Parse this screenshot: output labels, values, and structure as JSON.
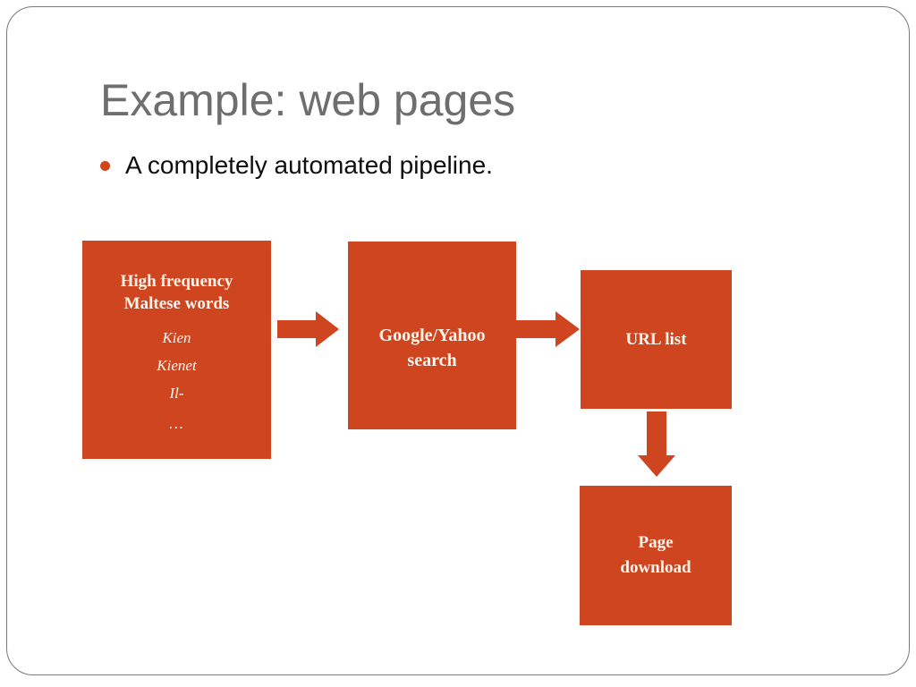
{
  "slide": {
    "title": "Example: web pages",
    "bullets": [
      {
        "icon": "bullet-dot",
        "text": "A completely automated pipeline."
      }
    ]
  },
  "colors": {
    "accent": "#cf4520",
    "bullet": "#d1451b",
    "title_text": "#6e6e6e",
    "body_text": "#0e0e0e",
    "node_text": "#fdf4ec",
    "frame_border": "#77787b",
    "background": "#ffffff"
  },
  "diagram": {
    "type": "flowchart",
    "nodes": [
      {
        "id": "keywords",
        "heading_line_1": "High frequency",
        "heading_line_2": "Maltese  words",
        "items": [
          "Kien",
          "Kienet",
          "Il-"
        ],
        "ellipsis": "…"
      },
      {
        "id": "search",
        "line_1": "Google/Yahoo",
        "line_2": "search"
      },
      {
        "id": "urllist",
        "line_1": "URL list"
      },
      {
        "id": "download",
        "line_1": "Page",
        "line_2": "download"
      }
    ],
    "arrows": [
      {
        "id": "keywords-to-search",
        "direction": "right"
      },
      {
        "id": "search-to-urllist",
        "direction": "right"
      },
      {
        "id": "urllist-to-download",
        "direction": "down"
      }
    ]
  }
}
